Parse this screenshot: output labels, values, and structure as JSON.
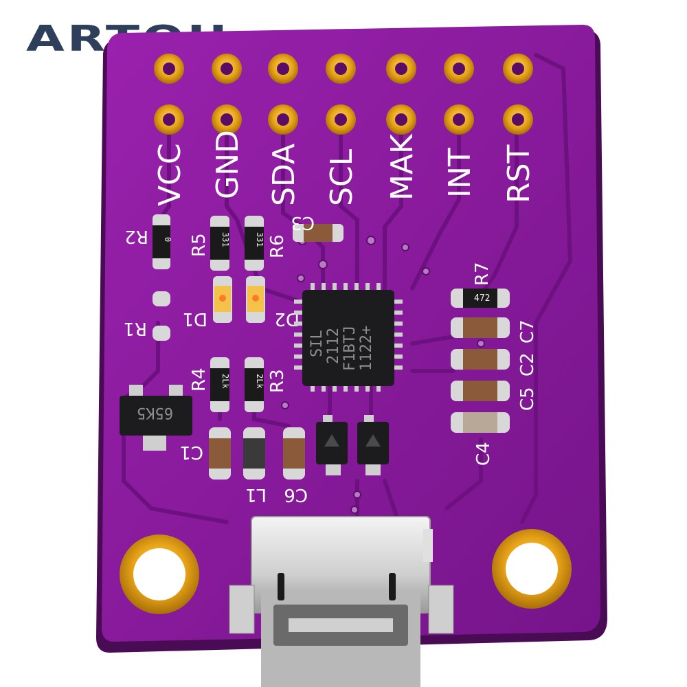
{
  "logo": {
    "text": "ARTOU"
  },
  "header_pins": {
    "labels": [
      "VCC",
      "GND",
      "SDA",
      "SCL",
      "MAK",
      "INT",
      "RST"
    ]
  },
  "components": {
    "R2": "R2",
    "R2_code": "0",
    "R5": "R5",
    "R5_code": "331",
    "R6": "R6",
    "R6_code": "331",
    "C3": "C3",
    "R7": "R7",
    "R7_code": "472",
    "D1": "D1",
    "D2": "D2",
    "R1": "R1",
    "R4": "R4",
    "R4_code": "2Lk",
    "R3": "R3",
    "R3_code": "2Lk",
    "C7": "C7",
    "C2": "C2",
    "C5": "C5",
    "C4": "C4",
    "C1": "C1",
    "L1": "L1",
    "C6": "C6",
    "Q1_marking": "65K5"
  },
  "chip": {
    "marking": [
      "SIL",
      "2112",
      "F1BTJ",
      "1122+"
    ]
  },
  "colors": {
    "pcb": "#8a1a9c",
    "pcb_dark": "#5c0f6a",
    "gold": "#e8a317",
    "chip": "#1c1c1e",
    "logo_navy": "#2e3f5c",
    "logo_red": "#c2262e"
  }
}
